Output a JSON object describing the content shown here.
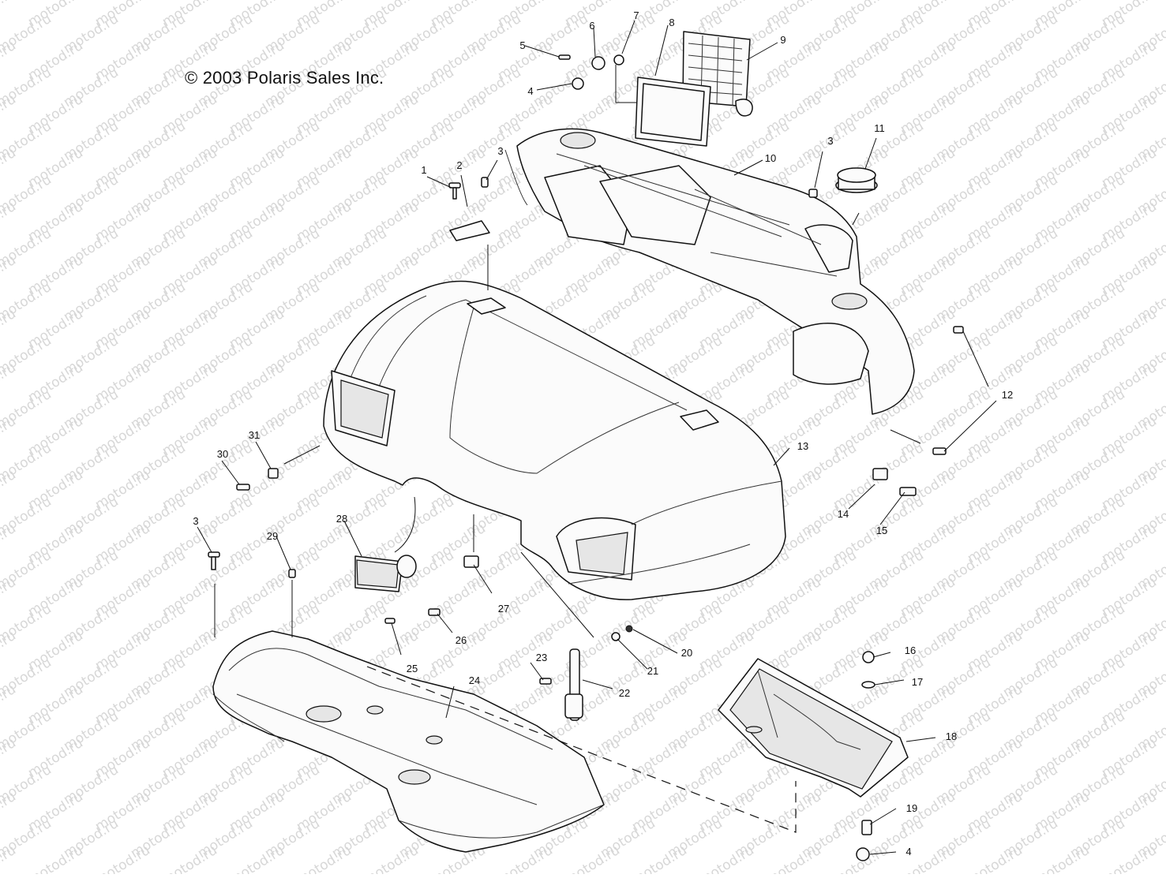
{
  "copyright": "© 2003 Polaris Sales Inc.",
  "watermark": "motod.ru",
  "callouts": [
    "1",
    "2",
    "3",
    "3",
    "3",
    "4",
    "4",
    "5",
    "6",
    "7",
    "8",
    "9",
    "10",
    "11",
    "12",
    "13",
    "14",
    "15",
    "16",
    "17",
    "18",
    "19",
    "20",
    "21",
    "22",
    "23",
    "24",
    "25",
    "26",
    "27",
    "28",
    "29",
    "30",
    "31"
  ]
}
